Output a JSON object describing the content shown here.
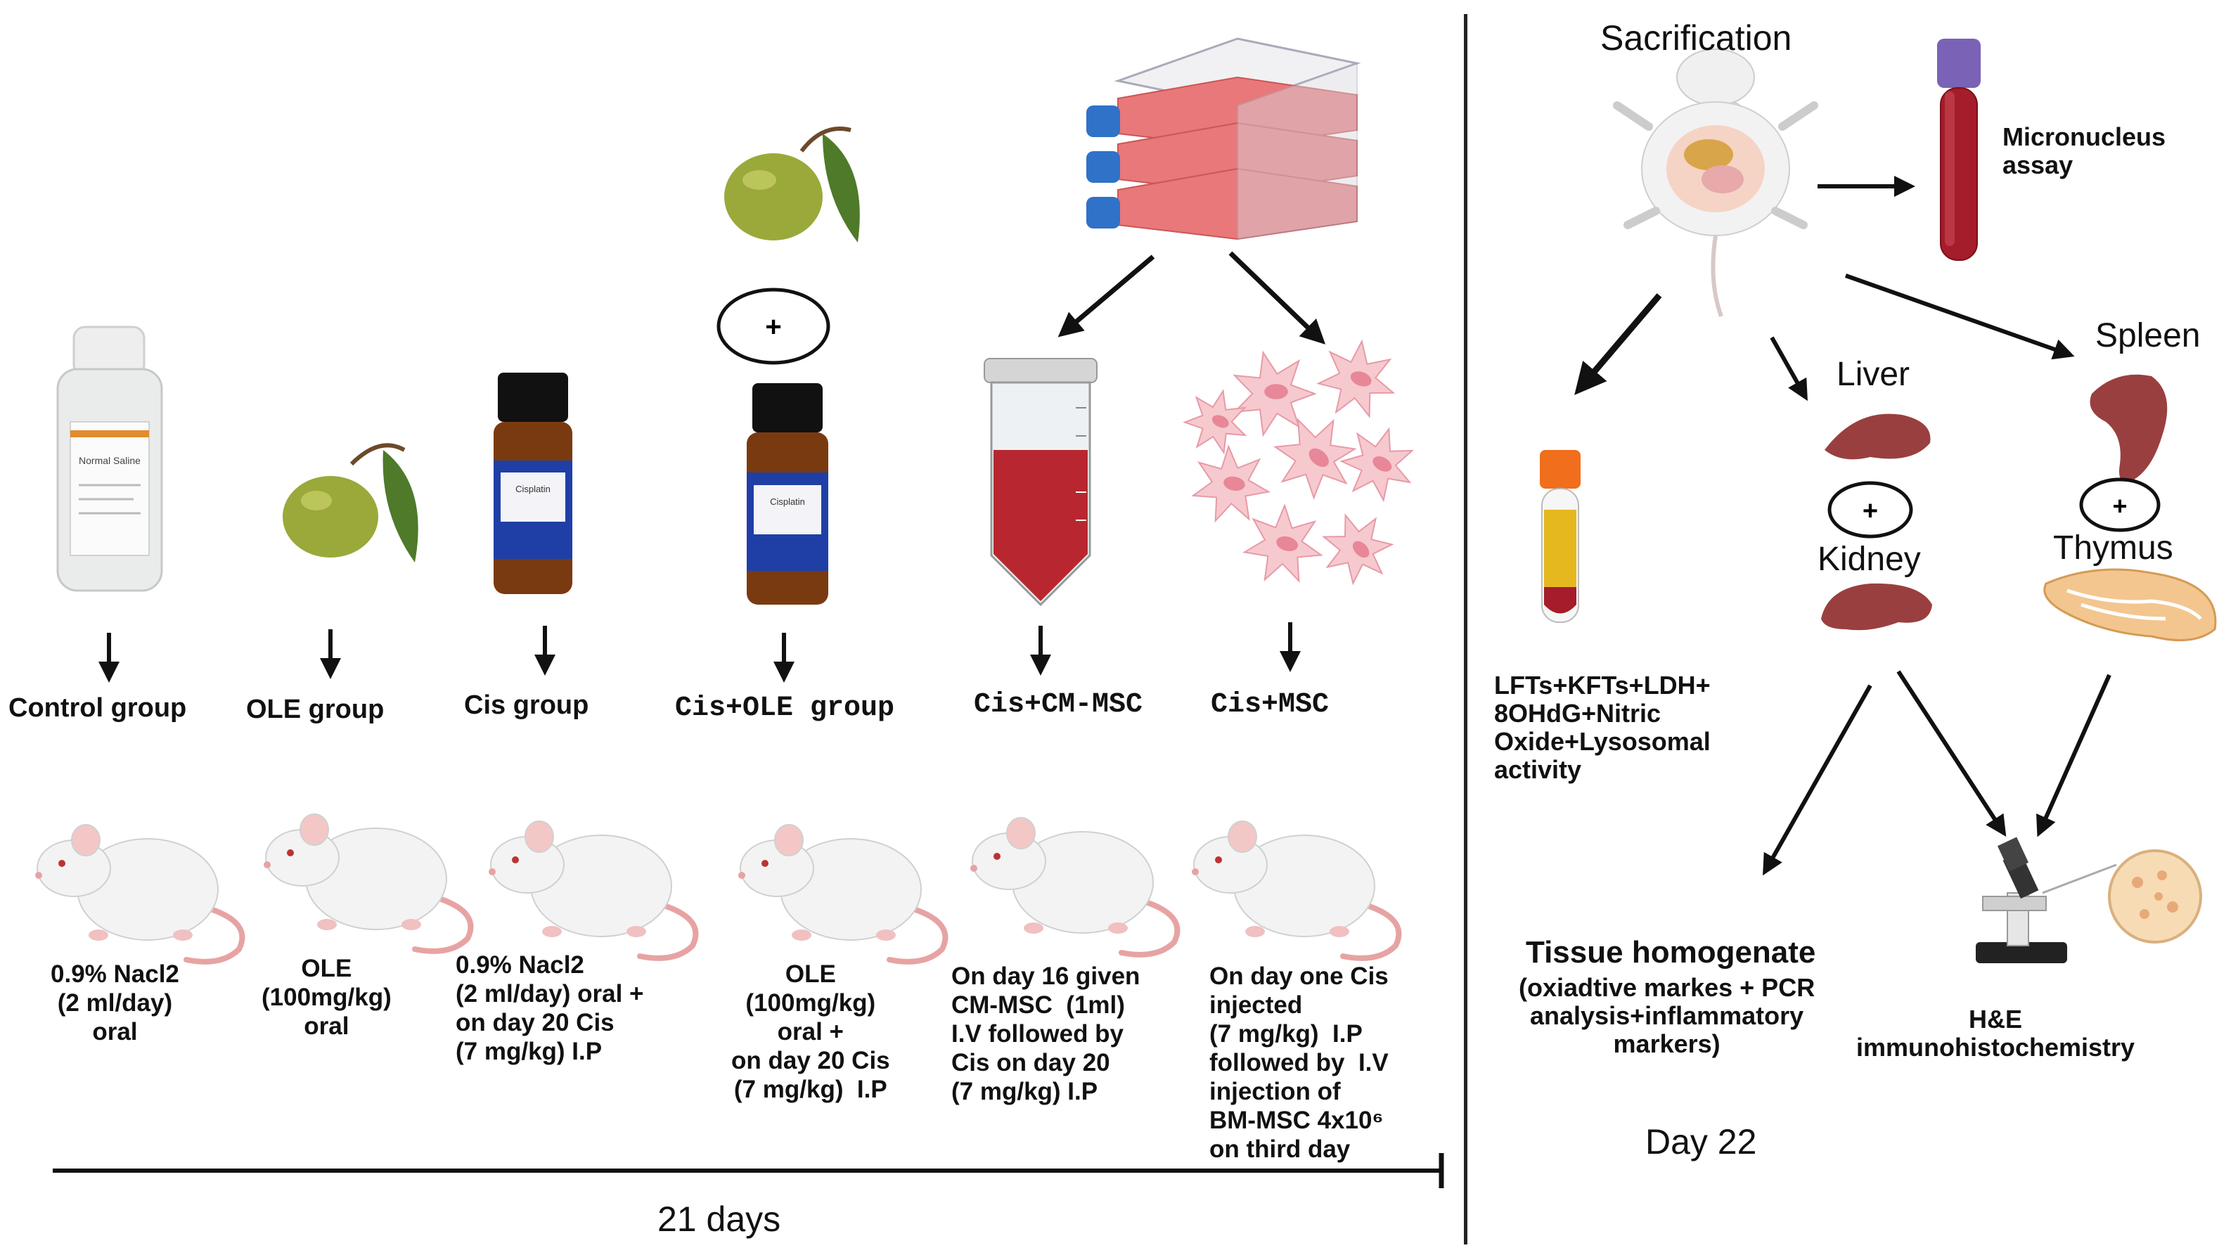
{
  "groups": [
    {
      "name": "Control group",
      "treatment": "0.9% Nacl2\n(2 ml/day)\noral"
    },
    {
      "name": "OLE group",
      "treatment": "OLE\n(100mg/kg)\noral"
    },
    {
      "name": "Cis group",
      "treatment": "0.9% Nacl2\n(2 ml/day) oral +\non day 20 Cis\n(7 mg/kg) I.P"
    },
    {
      "name": "Cis+OLE group",
      "treatment": "OLE\n(100mg/kg)\noral +\non day 20 Cis\n(7 mg/kg)  I.P"
    },
    {
      "name": "Cis+CM-MSC",
      "treatment": "On day 16 given\nCM-MSC  (1ml)\nI.V followed by\nCis on day 20\n(7 mg/kg) I.P"
    },
    {
      "name": "Cis+MSC",
      "treatment": "On day one Cis\ninjected\n(7 mg/kg)  I.P\nfollowed by  I.V\ninjection of\nBM-MSC 4x10⁶\non third day"
    }
  ],
  "timeline_label": "21 days",
  "plus_symbol": "+",
  "bottle_labels": {
    "saline": "Normal Saline",
    "cisplatin": "Cisplatin"
  },
  "right": {
    "sacrification": "Sacrification",
    "micronucleus": "Micronucleus\nassay",
    "blood_tests": "LFTs+KFTs+LDH+\n8OHdG+Nitric\nOxide+Lysosomal\nactivity",
    "organs": {
      "liver": "Liver",
      "kidney": "Kidney",
      "spleen": "Spleen",
      "thymus": "Thymus"
    },
    "tissue_title": "Tissue homogenate",
    "tissue_detail": "(oxiadtive markes + PCR\nanalysis+inflammatory\nmarkers)",
    "histology": "H&E\nimmunohistochemistry",
    "day": "Day 22"
  },
  "colors": {
    "olive": "#9aa93a",
    "leaf": "#4e7a2a",
    "vial_glass": "#7a3a10",
    "vial_cap": "#111111",
    "vial_label": "#1f3fa6",
    "mouse_body": "#f3f3f3",
    "mouse_tail": "#e7a3a3",
    "flask_media": "#e8787a",
    "flask_cap": "#2f72c8",
    "cell": "#f6c9cf",
    "blood": "#a51c2a",
    "serum": "#e5b81f",
    "organ": "#9a3f3f"
  }
}
